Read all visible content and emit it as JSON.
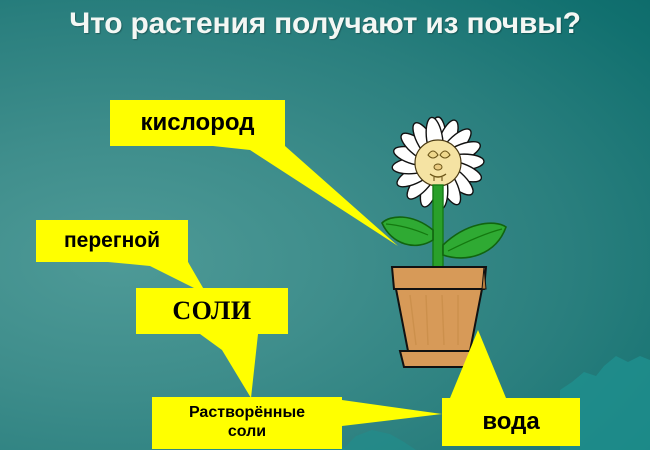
{
  "slide": {
    "title": "Что растения получают из почвы?",
    "background_color": "#2a7f7e",
    "callout_fill": "#ffff00",
    "callout_text_color": "#000000",
    "title_color": "#f4f7f4"
  },
  "callouts": [
    {
      "id": "oxygen",
      "label": "кислород",
      "points_to": "plant-stem"
    },
    {
      "id": "humus",
      "label": "перегной",
      "points_to": "salts-callout"
    },
    {
      "id": "salts",
      "label": "соли",
      "label_display": "СОЛИ",
      "points_to": "dissolved-salts-callout"
    },
    {
      "id": "dissolved",
      "line1": "Растворённые",
      "line2": "соли",
      "points_to": "water-callout"
    },
    {
      "id": "water",
      "label": "вода",
      "points_to": "flower-pot"
    }
  ],
  "illustration": {
    "subject": "daisy-in-flowerpot",
    "flower": {
      "petal_color": "#ffffff",
      "center_color": "#f5e3a3",
      "face": "smiling-closed-eyes"
    },
    "stem_color": "#2aa02a",
    "leaf_color": "#2faa33",
    "pot_color": "#d79a58",
    "soil_color": "#6b4a23"
  }
}
